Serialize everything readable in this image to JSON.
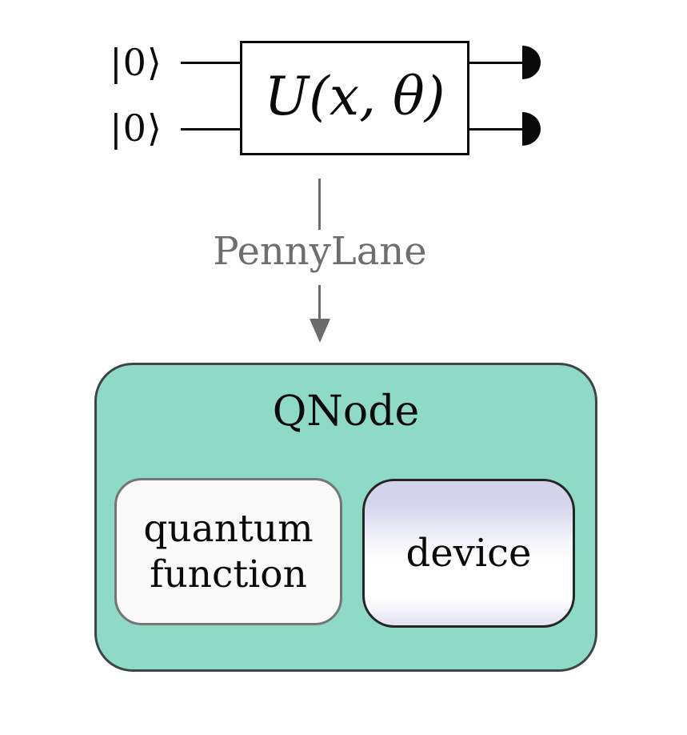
{
  "circuit": {
    "qubits": [
      {
        "ket": "|0⟩"
      },
      {
        "ket": "|0⟩"
      }
    ],
    "gate_label": "U(x, θ)",
    "measurement_icon": "half-disc-detector"
  },
  "pipeline": {
    "label": "PennyLane"
  },
  "qnode": {
    "title": "QNode",
    "quantum_function": {
      "line1": "quantum",
      "line2": "function"
    },
    "device_label": "device"
  },
  "colors": {
    "qnode_fill": "#8edac6",
    "qnode_border": "#3f4444",
    "quantum_function_fill": "#f9f9f9",
    "quantum_function_border": "#757575",
    "device_lavender": "#d4d4ed",
    "device_border": "#252525",
    "arrow_gray": "#6b6b6b",
    "label_gray": "#6e6e6e",
    "ink": "#0a0a0a"
  }
}
